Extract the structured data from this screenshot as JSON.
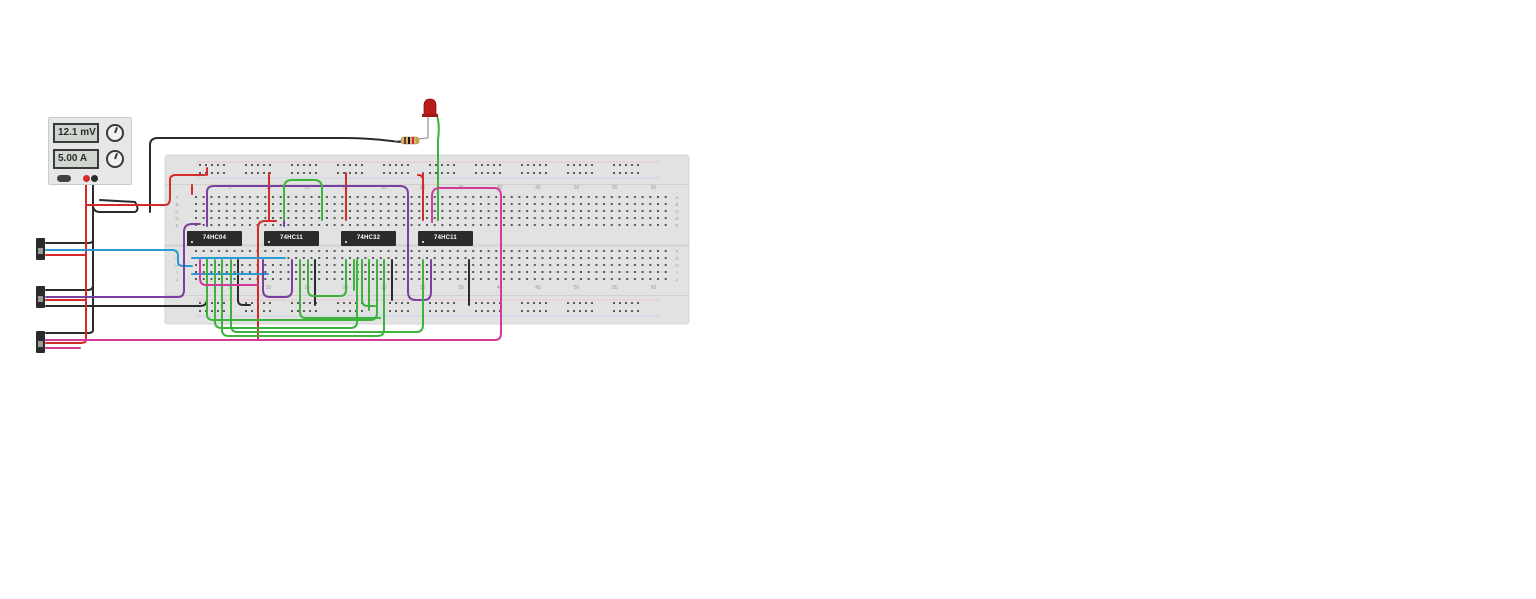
{
  "power_supply": {
    "voltage_reading": "12.1 mV",
    "current_reading": "5.00 A"
  },
  "chips": [
    {
      "label": "74HC04"
    },
    {
      "label": "74HC11"
    },
    {
      "label": "74HC32"
    },
    {
      "label": "74HC11"
    }
  ],
  "breadboard": {
    "column_labels": [
      "5",
      "10",
      "15",
      "20",
      "25",
      "30",
      "35",
      "40",
      "45",
      "50",
      "55",
      "60"
    ],
    "row_labels": [
      "A",
      "B",
      "C",
      "D",
      "E",
      "F",
      "G",
      "H",
      "I",
      "J"
    ]
  },
  "wire_colors": {
    "red": "#d42a2a",
    "black": "#2b2b2b",
    "blue": "#2a9ad4",
    "purple": "#7a3fa0",
    "green": "#3db23d",
    "magenta": "#d43a9a"
  },
  "components": {
    "led": "red-led",
    "resistor": "resistor",
    "switches": 3
  }
}
